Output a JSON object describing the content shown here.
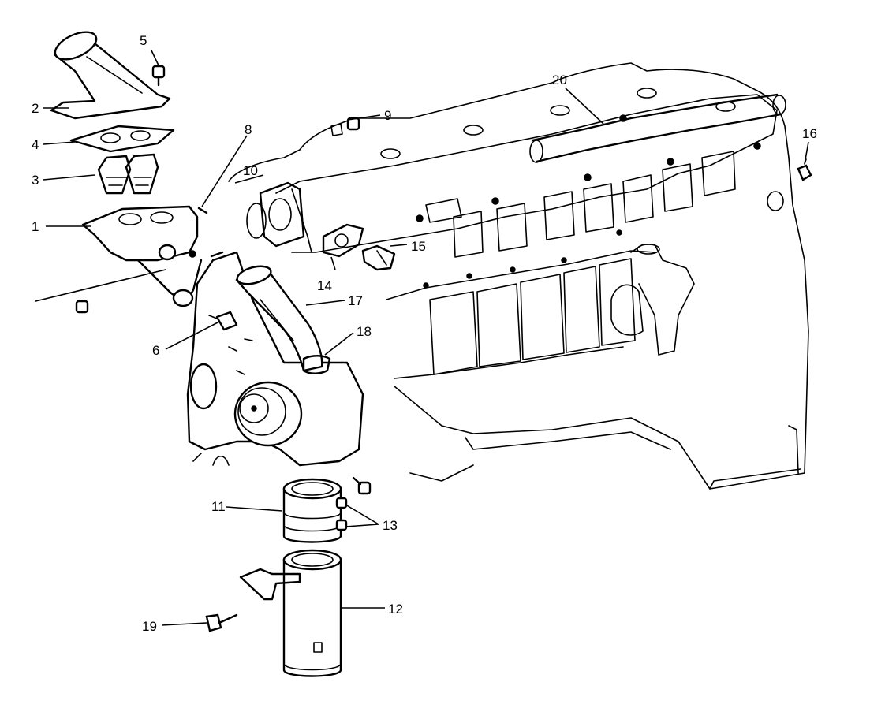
{
  "callouts": {
    "c1": "1",
    "c2": "2",
    "c3": "3",
    "c4": "4",
    "c5": "5",
    "c6": "6",
    "c8": "8",
    "c9": "9",
    "c10": "10",
    "c11": "11",
    "c12": "12",
    "c13": "13",
    "c14": "14",
    "c15": "15",
    "c16": "16",
    "c17": "17",
    "c18": "18",
    "c19": "19",
    "c20": "20"
  }
}
